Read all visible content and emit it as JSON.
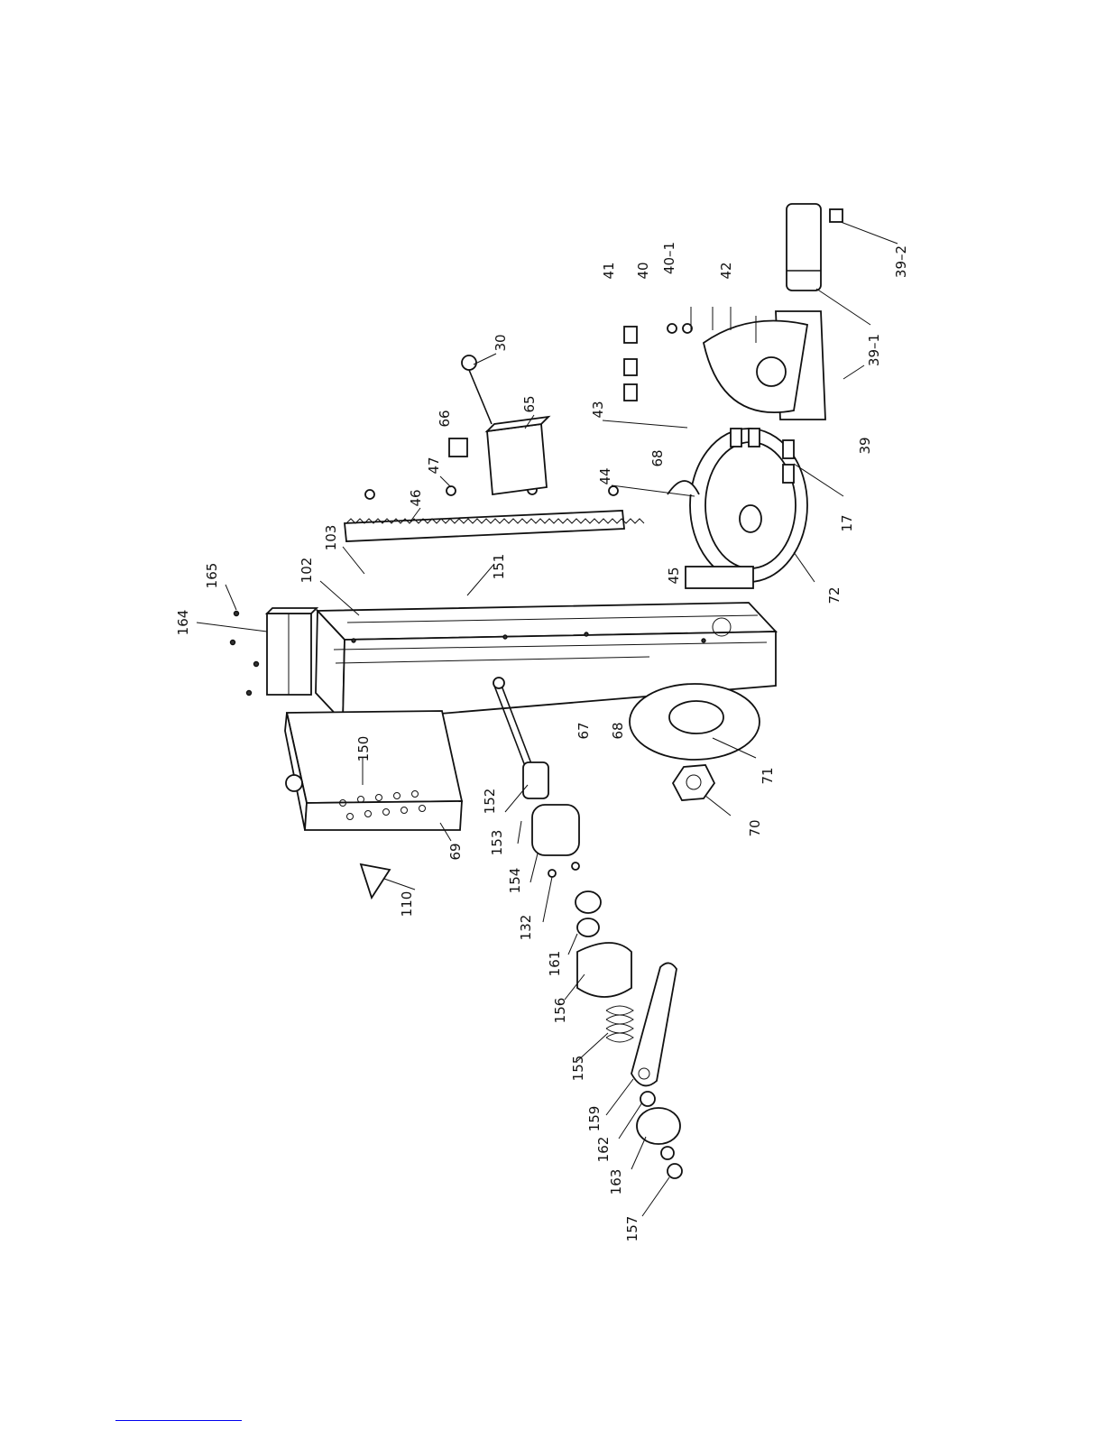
{
  "labels": {
    "p165": "165",
    "p164": "164",
    "p102": "102",
    "p103": "103",
    "p46": "46",
    "p47": "47",
    "p66": "66",
    "p65": "65",
    "p30": "30",
    "p151": "151",
    "p150": "150",
    "p69": "69",
    "p110": "110",
    "p67": "67",
    "p68a": "68",
    "p68b": "68",
    "p43": "43",
    "p44": "44",
    "p45": "45",
    "p72": "72",
    "p17": "17",
    "p39": "39",
    "p39_1": "39–1",
    "p39_2": "39–2",
    "p41": "41",
    "p40": "40",
    "p40_1": "40–1",
    "p42": "42",
    "p71": "71",
    "p70": "70",
    "p152": "152",
    "p153": "153",
    "p154": "154",
    "p132": "132",
    "p161": "161",
    "p156": "156",
    "p155": "155",
    "p159": "159",
    "p162": "162",
    "p163": "163",
    "p157": "157"
  }
}
